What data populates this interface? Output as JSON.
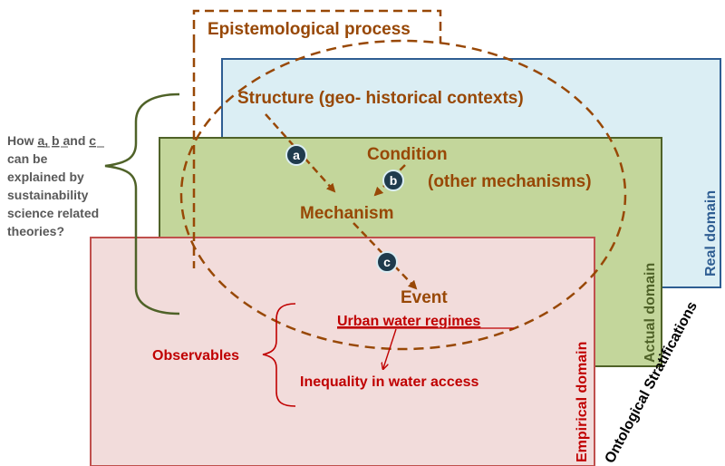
{
  "diagram": {
    "epistemological_label": "Epistemological process",
    "structure": "Structure (geo- historical contexts)",
    "condition": "Condition",
    "other_mechanisms": "(other mechanisms)",
    "mechanism": "Mechanism",
    "event": "Event",
    "urban_water": "Urban water regimes",
    "inequality": "Inequality in water access",
    "observables": "Observables",
    "question_lines": [
      "How a, b and c",
      "can be",
      "explained by",
      "sustainability",
      "science related",
      "theories?"
    ],
    "markers": [
      "a",
      "b",
      "c"
    ],
    "domains": {
      "real": "Real domain",
      "actual": "Actual domain",
      "empirical": "Empirical domain"
    },
    "ontological": "Ontological Stratifications"
  },
  "colors": {
    "real_fill": "#dbeef4",
    "real_border": "#2e5d92",
    "actual_fill": "#c3d69b",
    "actual_border": "#4f6228",
    "empirical_fill": "#f2dcdb",
    "empirical_border": "#c0504d",
    "brown": "#984806",
    "red_text": "#c00000",
    "marker_fill": "#1f3b4d"
  }
}
